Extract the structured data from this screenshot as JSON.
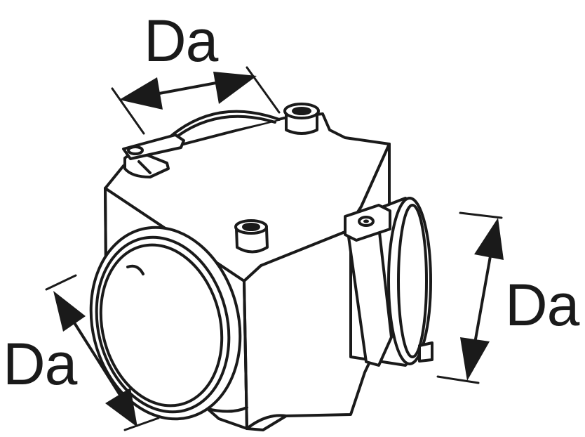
{
  "diagram": {
    "line_color": "#1a1a1a",
    "fill_color": "#ffffff",
    "dimensions": {
      "top": "Da",
      "right": "Da",
      "left": "Da"
    }
  }
}
